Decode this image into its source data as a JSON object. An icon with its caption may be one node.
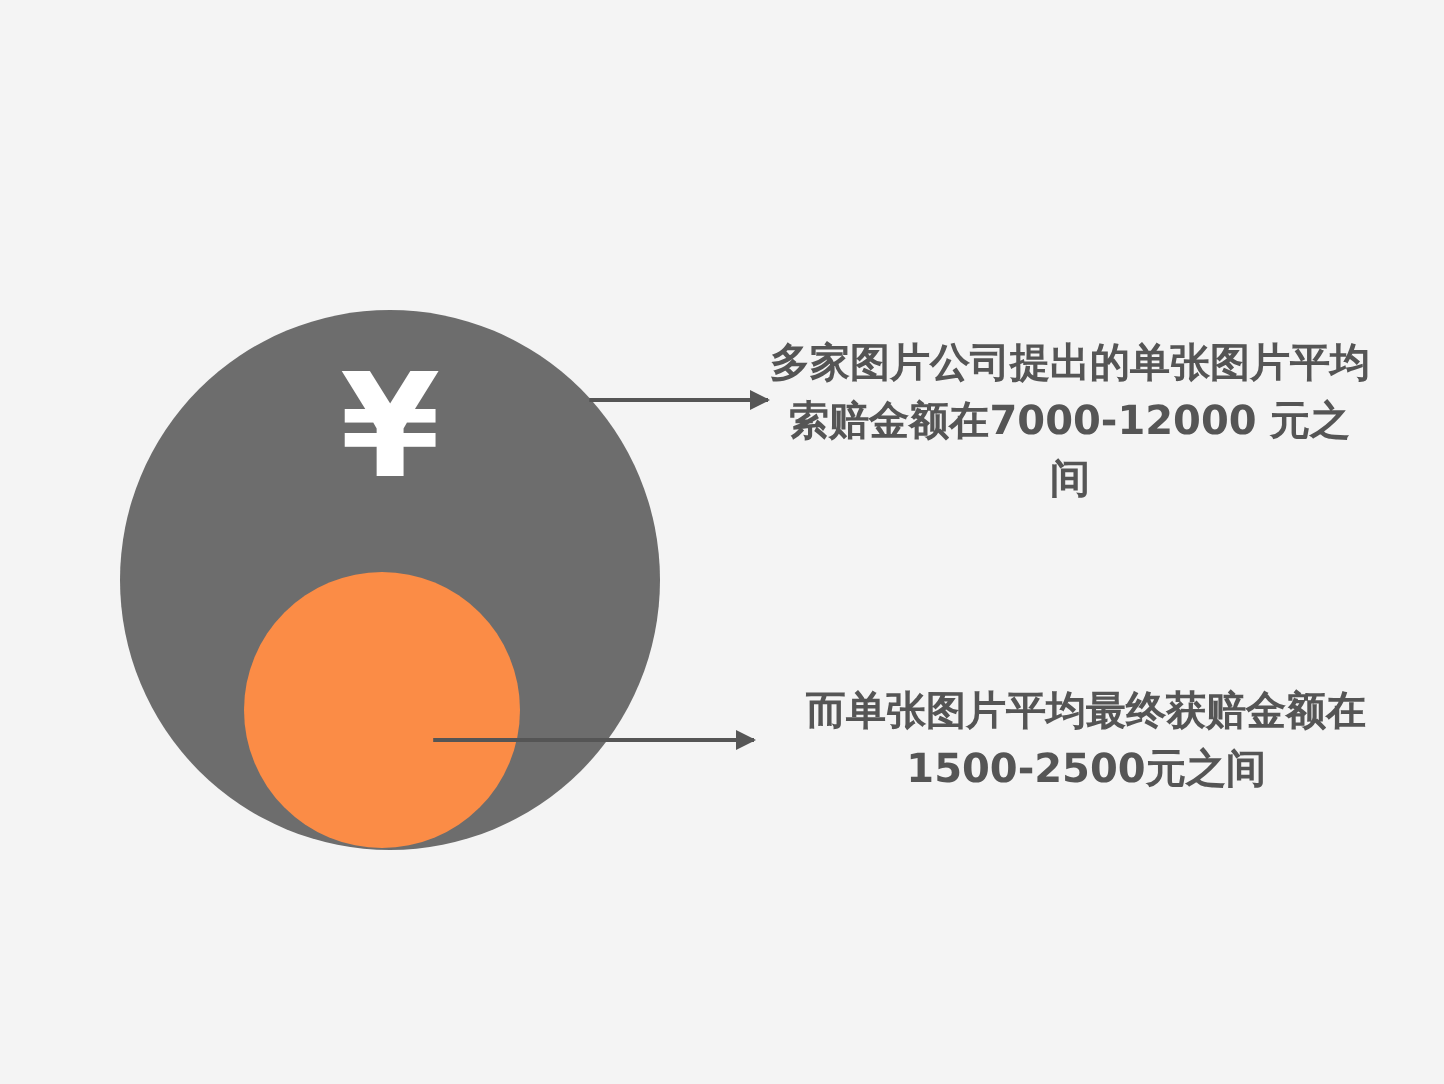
{
  "diagram": {
    "nodes": [
      {
        "text": [
          "¥"
        ]
      },
      {
        "text": [],
        "shape": "circle",
        "in": 0
      },
      {
        "text": [
          "多家图片公司提出的单张图片平均索赔金额在7000-12000 元之间"
        ]
      },
      {
        "text": [
          "而单张图片平均最终获赔金额在1500-2500元之间"
        ]
      }
    ],
    "edges": [
      {
        "from": 0,
        "to": 2,
        "arrow": "to"
      },
      {
        "from": 1,
        "to": 3,
        "arrow": "to"
      }
    ]
  }
}
